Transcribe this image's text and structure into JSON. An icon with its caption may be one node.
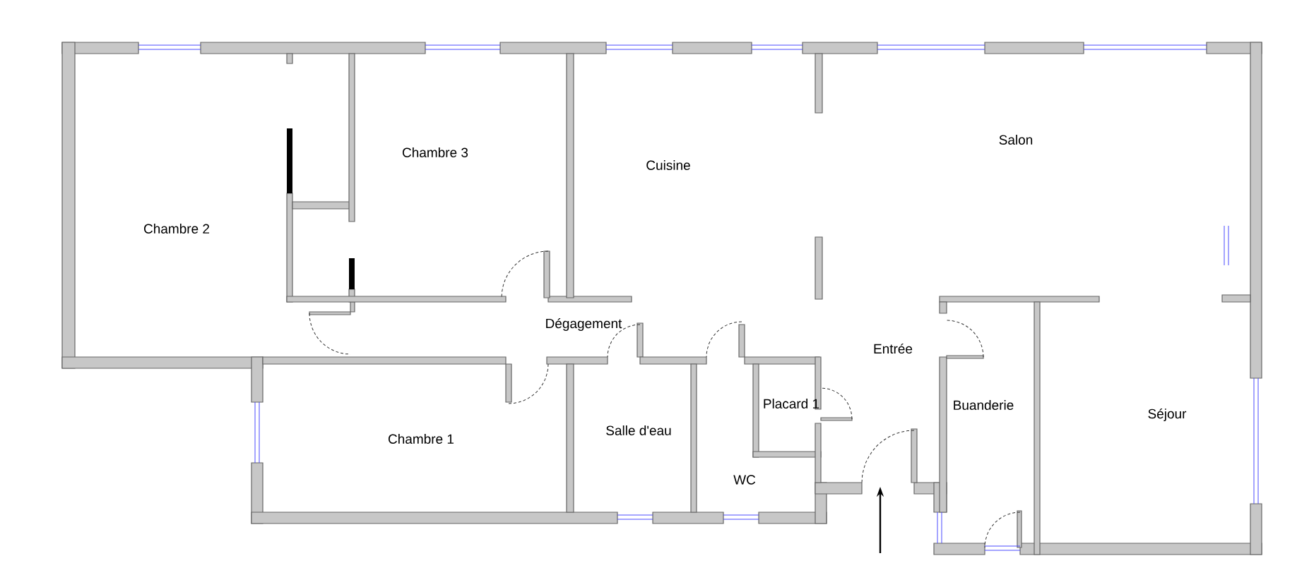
{
  "diagram": {
    "labels": [
      "Salon",
      "Chambre 3",
      "Cuisine",
      "Chambre 2",
      "Dégagement",
      "Entrée",
      "Placard 1",
      "Buanderie",
      "Séjour",
      "Salle d'eau",
      "Chambre 1",
      "WC"
    ]
  }
}
